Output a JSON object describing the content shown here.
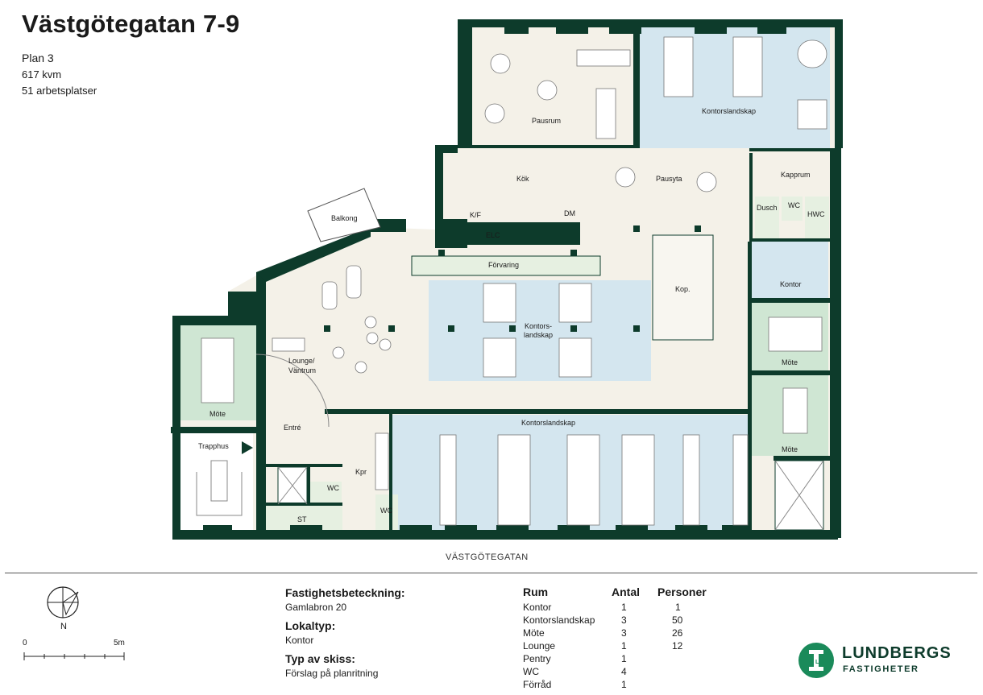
{
  "header": {
    "title": "Västgötegatan 7-9",
    "plan": "Plan 3",
    "area": "617 kvm",
    "workplaces": "51 arbetsplatser"
  },
  "floorplan": {
    "street": "VÄSTGÖTEGATAN",
    "rooms": {
      "pausrum": "Pausrum",
      "kontorslandskap_ne": "Kontorslandskap",
      "kok": "Kök",
      "pausyta": "Pausyta",
      "kapprum": "Kapprum",
      "dusch": "Dusch",
      "wc1": "WC",
      "hwc": "HWC",
      "balkong": "Balkong",
      "kf": "K/F",
      "dm": "DM",
      "elc": "ELC",
      "forvaring": "Förvaring",
      "kontor": "Kontor",
      "kop": "Kop.",
      "kontorslandskap_mid_1": "Kontors-",
      "kontorslandskap_mid_2": "landskap",
      "mote_e1": "Möte",
      "lounge_1": "Lounge/",
      "lounge_2": "Väntrum",
      "mote_w": "Möte",
      "entre": "Entré",
      "kontorslandskap_s": "Kontorslandskap",
      "mote_e2": "Möte",
      "trapphus": "Trapphus",
      "kpr": "Kpr",
      "wc2": "WC",
      "wc3": "WC",
      "st": "ST"
    },
    "colors": {
      "wall": "#0d3b2b",
      "floor": "#f4f1e8",
      "office": "#d4e6ef",
      "meeting": "#cfe6d3",
      "service": "#e6f0e1"
    }
  },
  "compass": {
    "north": "N"
  },
  "scale": {
    "start": "0",
    "end": "5m"
  },
  "info": {
    "fastighet_label": "Fastighetsbeteckning:",
    "fastighet_value": "Gamlabron 20",
    "lokaltyp_label": "Lokaltyp:",
    "lokaltyp_value": "Kontor",
    "skiss_label": "Typ av skiss:",
    "skiss_value": "Förslag på planritning"
  },
  "table": {
    "headers": [
      "Rum",
      "Antal",
      "Personer"
    ],
    "rows": [
      [
        "Kontor",
        "1",
        "1"
      ],
      [
        "Kontorslandskap",
        "3",
        "50"
      ],
      [
        "Möte",
        "3",
        "26"
      ],
      [
        "Lounge",
        "1",
        "12"
      ],
      [
        "Pentry",
        "1",
        ""
      ],
      [
        "WC",
        "4",
        ""
      ],
      [
        "Förråd",
        "1",
        ""
      ]
    ]
  },
  "logo": {
    "name": "LUNDBERGS",
    "sub": "FASTIGHETER",
    "mark": "LF"
  }
}
